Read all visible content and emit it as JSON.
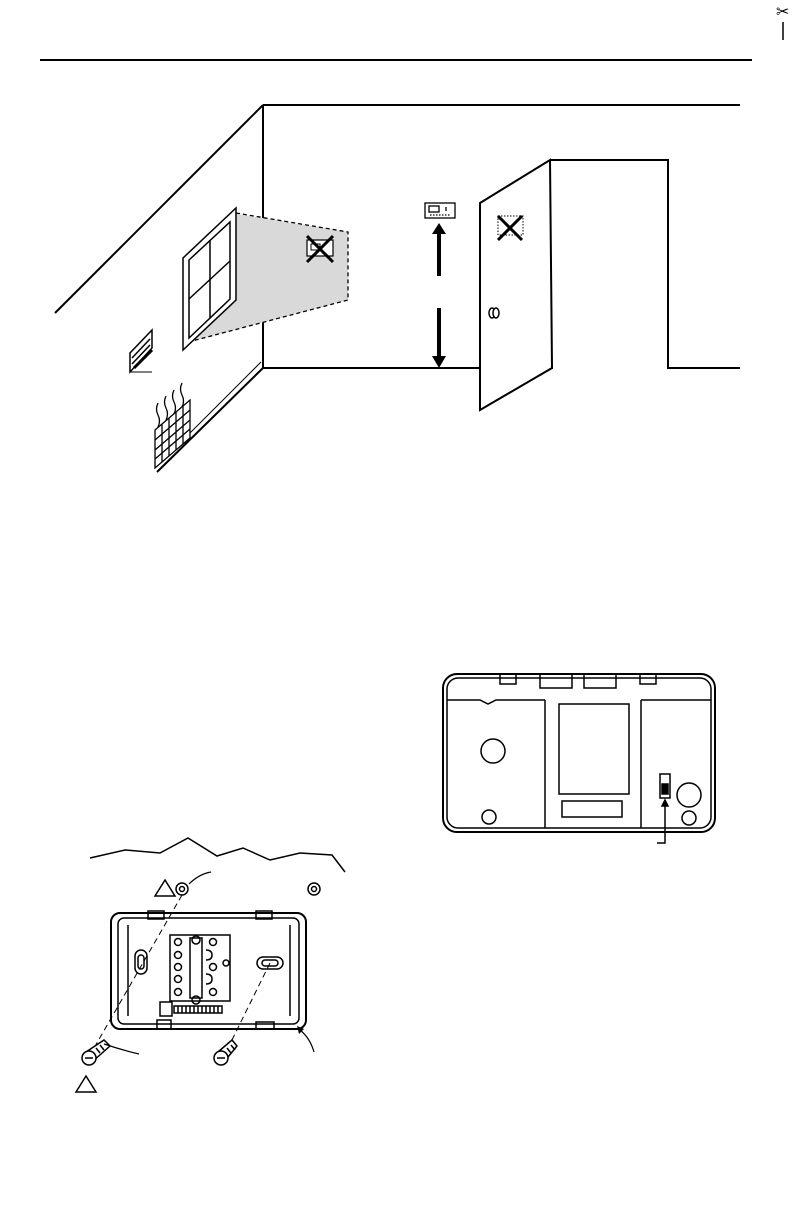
{
  "page": {
    "cut_mark_icon": "scissors-icon",
    "header_rule": true
  },
  "figures": [
    {
      "id": "location-scene",
      "icons": [
        "window-icon",
        "air-vent-icon",
        "radiator-heat-icon",
        "thermostat-icon",
        "door-icon",
        "no-x-icon",
        "arrow-up-down-icon"
      ]
    },
    {
      "id": "wallplate-back",
      "icons": [
        "wallplate-back-icon",
        "switch-icon"
      ]
    },
    {
      "id": "wallplate-mounting",
      "icons": [
        "wallplate-icon",
        "screw-icon",
        "anchor-icon",
        "warning-triangle-icon"
      ]
    }
  ],
  "colors": {
    "line": "#000000",
    "shadow": "#d9d9d9"
  }
}
